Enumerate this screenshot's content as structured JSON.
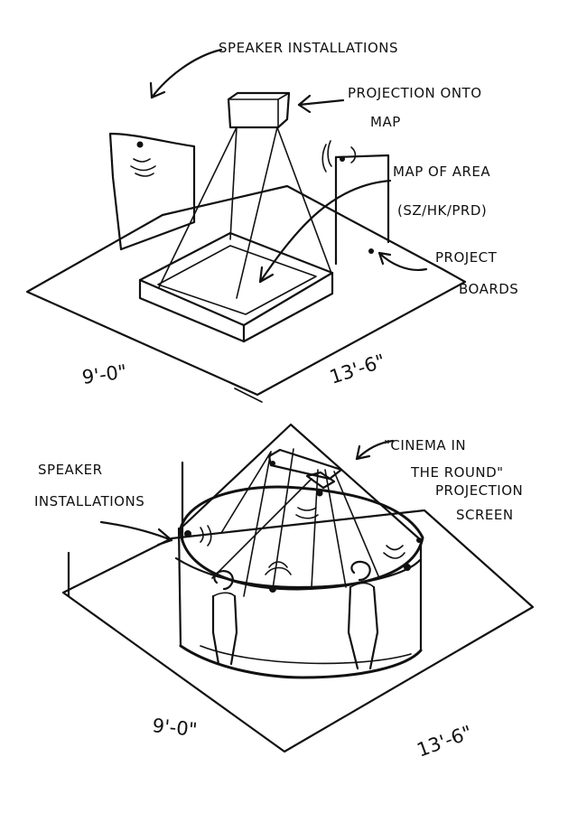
{
  "top_sketch": {
    "labels": {
      "speaker_installations": "SPEAKER INSTALLATIONS",
      "projection_onto_map_line1": "PROJECTION ONTO",
      "projection_onto_map_line2": "MAP",
      "map_of_area_line1": "MAP OF AREA",
      "map_of_area_line2": "(SZ/HK/PRD)",
      "project_boards_line1": "PROJECT",
      "project_boards_line2": "BOARDS"
    },
    "dimensions": {
      "left": "9'-0\"",
      "right": "13'-6\""
    }
  },
  "bottom_sketch": {
    "labels": {
      "cinema_line1": "\"CINEMA IN",
      "cinema_line2": "THE ROUND\"",
      "cinema_line3": "PROJECTION",
      "cinema_line4": "SCREEN",
      "speaker_line1": "SPEAKER",
      "speaker_line2": "INSTALLATIONS"
    },
    "dimensions": {
      "left": "9'-0\"",
      "right": "13'-6\""
    }
  }
}
